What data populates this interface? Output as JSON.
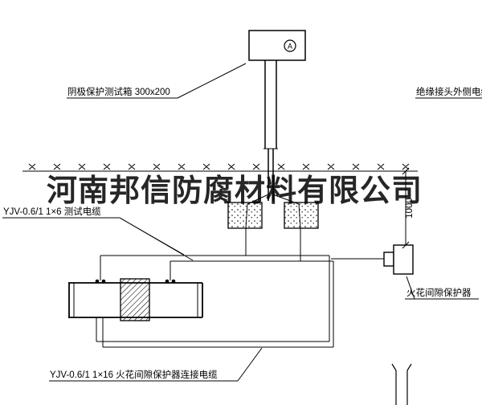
{
  "drawing": {
    "meter_symbol": "A",
    "labels": {
      "test_box": "阴极保护测试箱 300x200",
      "outer_cable": "绝缘接头外侧电缆",
      "test_cable": "YJV-0.6/1 1×6  测试电缆",
      "depth_dimension": "1000",
      "spark_gap_protector": "火花间隙保护器",
      "protector_cable": "YJV-0.6/1 1×16  火花间隙保护器连接电缆"
    },
    "watermark": "河南邦信防腐材料有限公司",
    "colors": {
      "line": "#000000",
      "background": "#ffffff",
      "watermark": "#1a1a1a"
    }
  }
}
